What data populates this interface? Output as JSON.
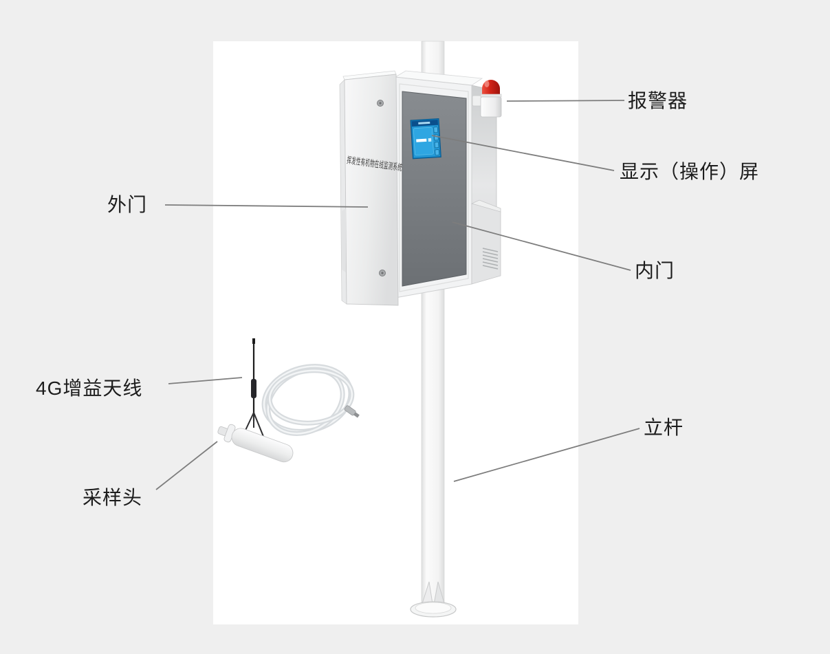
{
  "scene": {
    "background_color": "#efefef",
    "panel_color": "#ffffff",
    "leader_line_color": "#7d7d7d",
    "label_text_color": "#1c1c1c"
  },
  "labels": {
    "alarm": "报警器",
    "display": "显示（操作）屏",
    "inner_door": "内门",
    "outer_door": "外门",
    "antenna": "4G增益天线",
    "sampling_head": "采样头",
    "pole": "立杆"
  },
  "device": {
    "door_text": "挥发性有机物在线监测系统",
    "colors": {
      "alarm_red": "#c32017",
      "screen_frame_blue": "#0f76b4",
      "screen_body_blue": "#2499d6",
      "screen_titlebar_blue": "#0a4f8c",
      "inner_door_gray": "#7a7e82",
      "cabinet_white": "#f2f3f4",
      "pole_white": "#f5f5f5"
    }
  }
}
